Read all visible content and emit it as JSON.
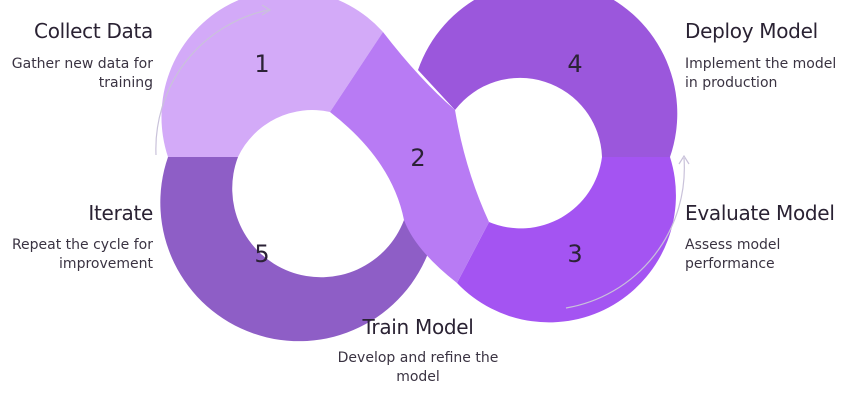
{
  "steps": [
    {
      "number": "1",
      "title": "Collect Data",
      "description_lines": [
        "Gather new data for",
        "training"
      ]
    },
    {
      "number": "2",
      "title": "Train Model",
      "description_lines": [
        "Develop and refine the",
        "model"
      ]
    },
    {
      "number": "3",
      "title": "Evaluate Model",
      "description_lines": [
        "Assess model",
        "performance"
      ]
    },
    {
      "number": "4",
      "title": "Deploy Model",
      "description_lines": [
        "Implement the model",
        "in production"
      ]
    },
    {
      "number": "5",
      "title": "Iterate",
      "description_lines": [
        "Repeat the cycle for",
        "improvement"
      ]
    }
  ],
  "colors": {
    "step1": "#d3aaf8",
    "step2": "#b87bf4",
    "step3": "#a454f2",
    "step4": "#9b57dc",
    "step5": "#8e5ec6",
    "arrow": "#c9c2da"
  }
}
